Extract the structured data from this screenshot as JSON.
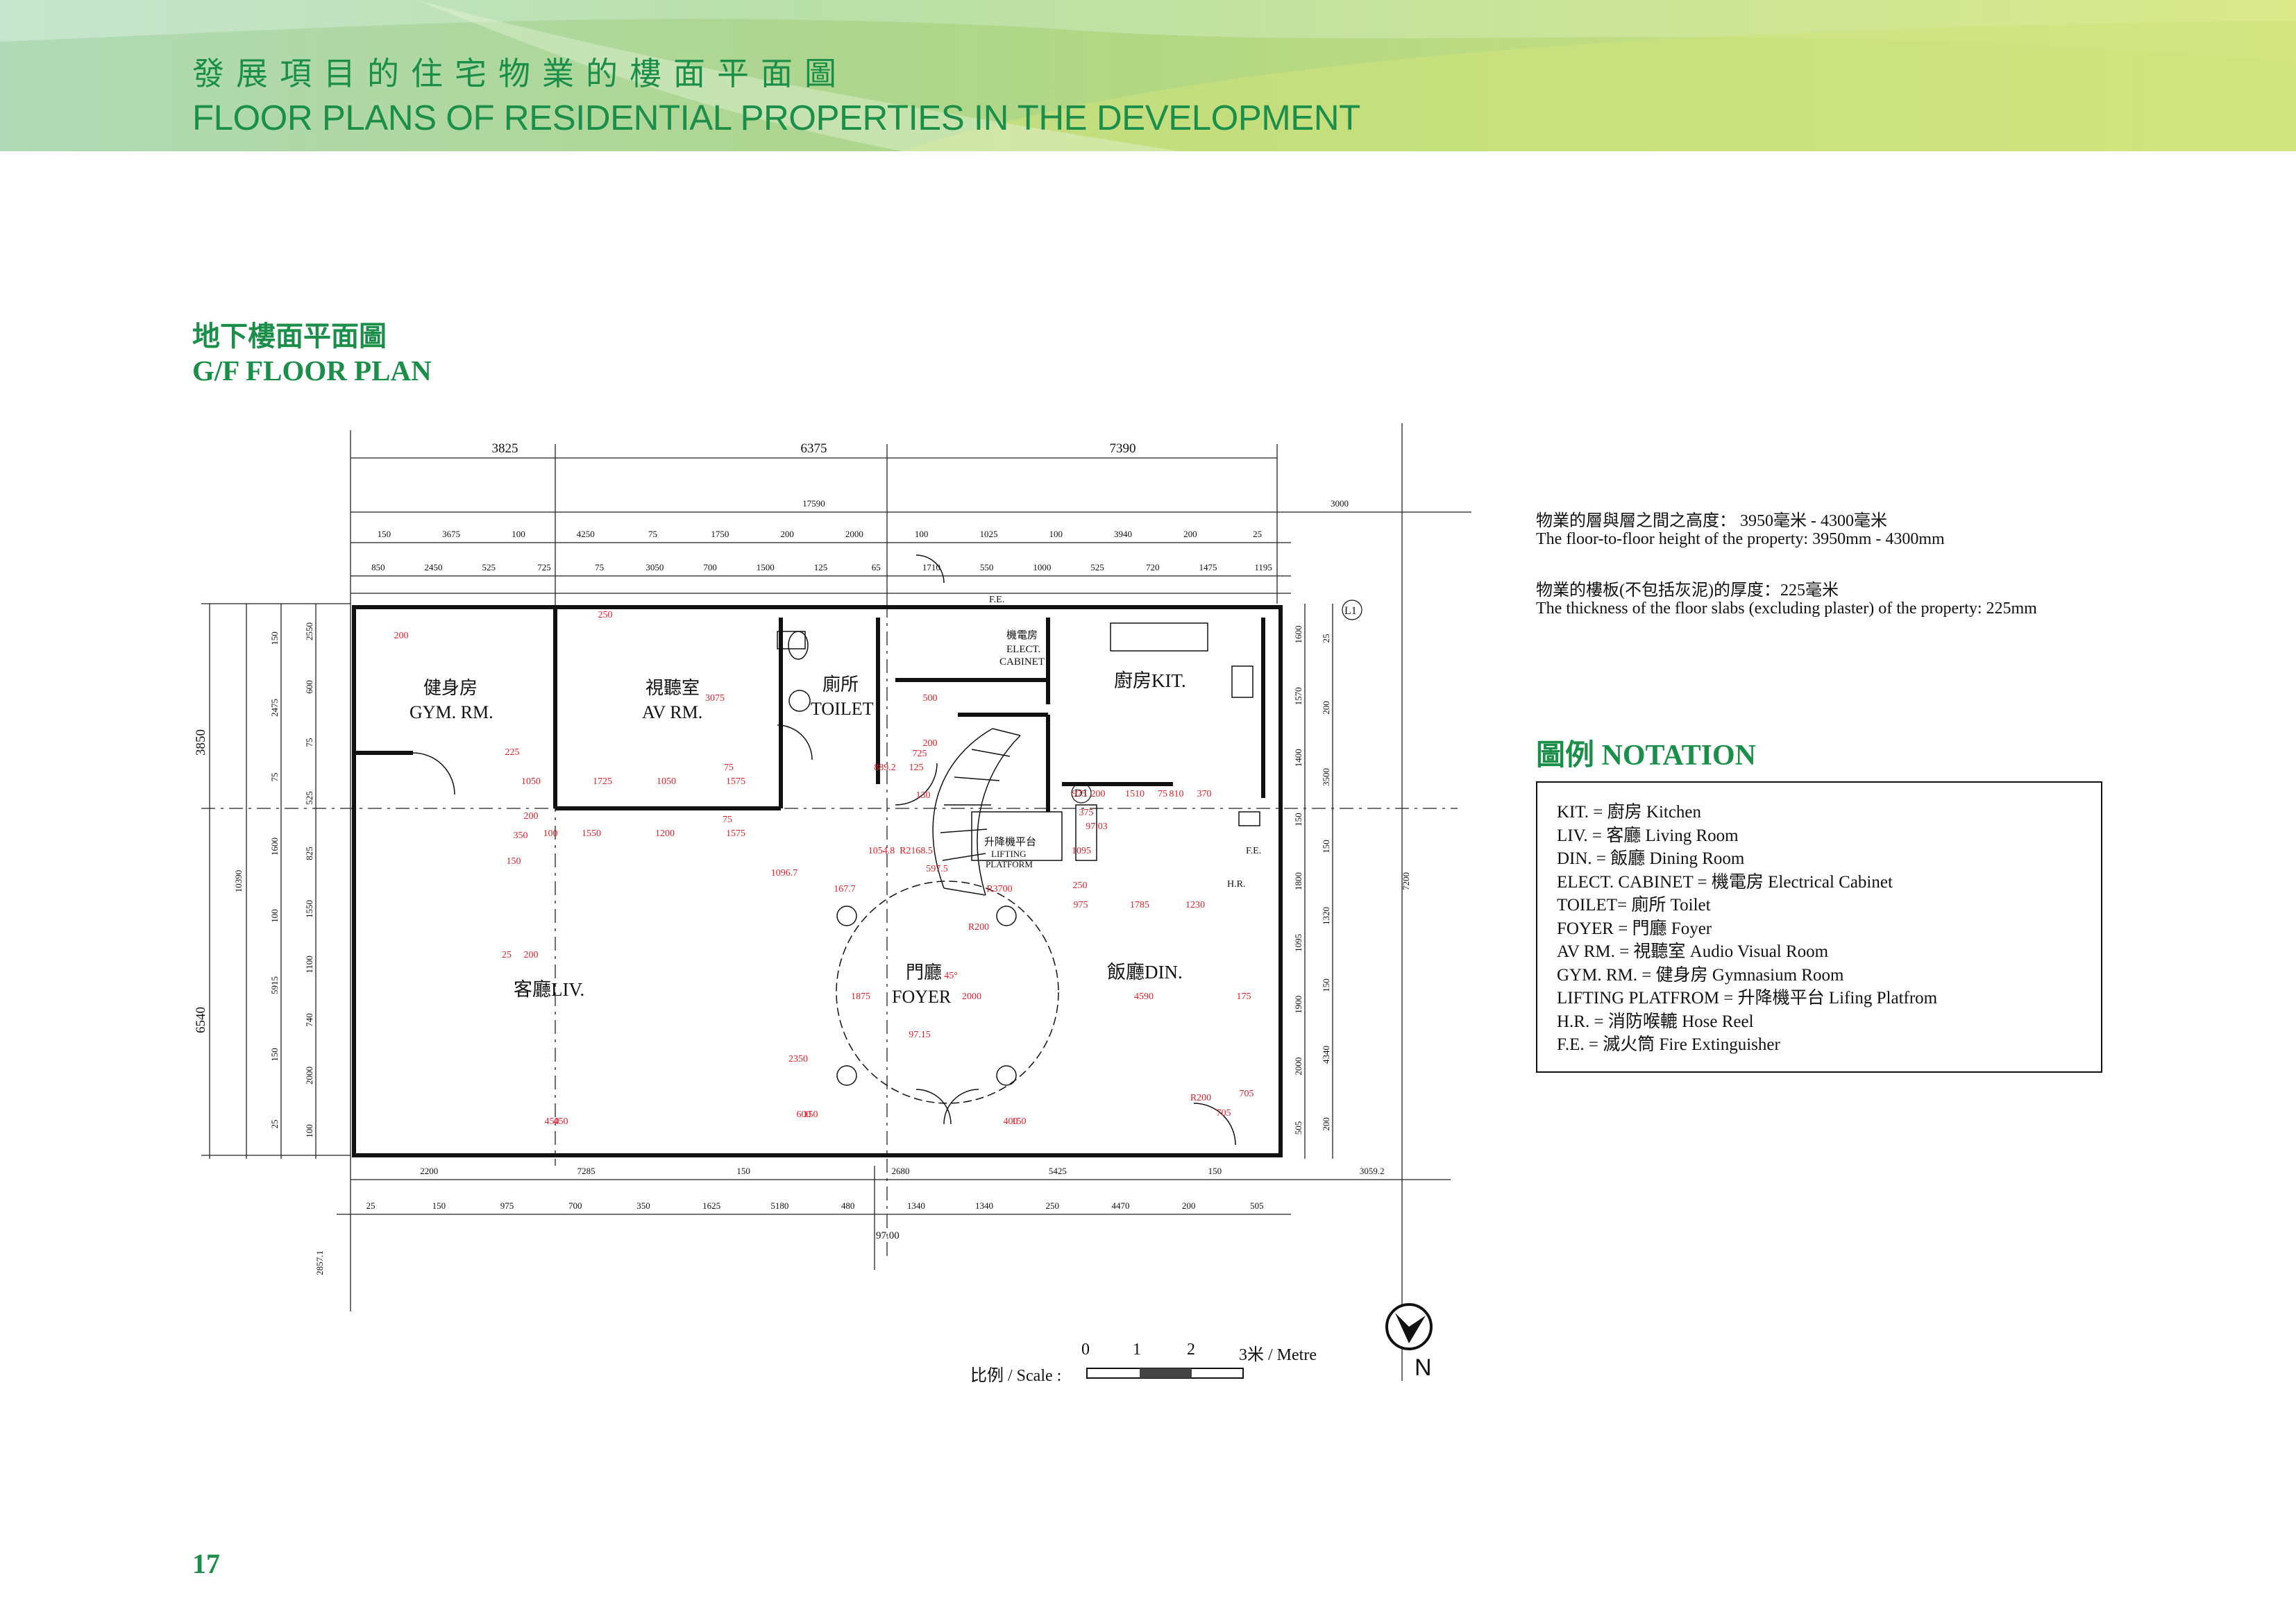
{
  "header": {
    "title_zh": "發展項目的住宅物業的樓面平面圖",
    "title_en": "FLOOR PLANS OF RESIDENTIAL PROPERTIES IN THE DEVELOPMENT"
  },
  "plan_title": {
    "zh": "地下樓面平面圖",
    "en": "G/F FLOOR PLAN"
  },
  "specs": {
    "height_zh": "物業的層與層之間之高度： 3950毫米 - 4300毫米",
    "height_en": "The floor-to-floor height of the property: 3950mm - 4300mm",
    "slab_zh": "物業的樓板(不包括灰泥)的厚度：225毫米",
    "slab_en": "The thickness of the floor slabs (excluding plaster) of the property: 225mm"
  },
  "notation": {
    "title": "圖例 NOTATION",
    "items": [
      "KIT. = 廚房  Kitchen",
      "LIV. = 客廳  Living Room",
      "DIN. = 飯廳  Dining Room",
      "ELECT. CABINET = 機電房  Electrical Cabinet",
      "TOILET= 廁所  Toilet",
      "FOYER = 門廳  Foyer",
      "AV RM. = 視聽室  Audio Visual Room",
      "GYM. RM. = 健身房  Gymnasium Room",
      "LIFTING PLATFROM = 升降機平台  Lifing Platfrom",
      "H.R. = 消防喉轆  Hose Reel",
      "F.E. = 滅火筒  Fire Extinguisher"
    ]
  },
  "rooms": {
    "gym_zh": "健身房",
    "gym_en": "GYM. RM.",
    "av_zh": "視聽室",
    "av_en": "AV RM.",
    "toilet_zh": "廁所",
    "toilet_en": "TOILET",
    "elect_zh": "機電房",
    "elect_en1": "ELECT.",
    "elect_en2": "CABINET",
    "kit": "廚房KIT.",
    "liv": "客廳LIV.",
    "foyer_zh": "門廳",
    "foyer_en": "FOYER",
    "din": "飯廳DIN.",
    "lift_zh": "升降機平台",
    "lift_en1": "LIFTING",
    "lift_en2": "PLATFORM",
    "hr": "H.R.",
    "fe": "F.E.",
    "fe2": "F.E.",
    "d1": "D1",
    "l1": "L1"
  },
  "dims_top": {
    "row1": [
      "3825",
      "6375",
      "7390"
    ],
    "row2": [
      "17590",
      "3000"
    ],
    "row3": [
      "150",
      "3675",
      "100",
      "4250",
      "75",
      "1750",
      "200",
      "2000",
      "100",
      "1025",
      "100",
      "3940",
      "200",
      "25"
    ],
    "row4": [
      "850",
      "2450",
      "525",
      "725",
      "75",
      "3050",
      "700",
      "1500",
      "125",
      "65",
      "1710",
      "550",
      "1000",
      "525",
      "720",
      "1475",
      "1195"
    ]
  },
  "dims_bottom": {
    "row1": [
      "2200",
      "7285",
      "150",
      "2680",
      "5425",
      "150",
      "3059.2"
    ],
    "row2": [
      "25",
      "150",
      "975",
      "700",
      "350",
      "1625",
      "5180",
      "480",
      "1340",
      "1340",
      "250",
      "4470",
      "200",
      "505"
    ],
    "level": "97.00",
    "side": "2857.1"
  },
  "dims_left": {
    "outer": [
      "3850",
      "6540"
    ],
    "total": "10390",
    "inner1": [
      "150",
      "2475",
      "75",
      "1600",
      "100",
      "5915",
      "150",
      "25"
    ],
    "inner2": [
      "2550",
      "600",
      "75",
      "525",
      "825",
      "1550",
      "1100",
      "740",
      "2000",
      "100"
    ]
  },
  "dims_right": {
    "inner1": [
      "1600",
      "1570",
      "1400",
      "150",
      "1800",
      "1095",
      "1900",
      "2000",
      "505"
    ],
    "inner2": [
      "25",
      "200",
      "3500",
      "150",
      "1320",
      "150",
      "4340",
      "200"
    ],
    "outer": "7200"
  },
  "dims_red": [
    "200",
    "250",
    "225",
    "3075",
    "1050",
    "1725",
    "1050",
    "1575",
    "75",
    "350",
    "200",
    "100",
    "1550",
    "1200",
    "1575",
    "75",
    "150",
    "25",
    "200",
    "167.7",
    "1054.8",
    "R2168.5",
    "597.5",
    "R200",
    "R3700",
    "1096.7",
    "45°",
    "1875",
    "2000",
    "97.15",
    "2350",
    "600",
    "150",
    "450",
    "450",
    "400",
    "150",
    "975",
    "200",
    "1510",
    "75",
    "810",
    "370",
    "375",
    "1095",
    "250",
    "97.03",
    "975",
    "1785",
    "1230",
    "4590",
    "175",
    "R200",
    "705",
    "705",
    "500",
    "200",
    "125",
    "889.2",
    "130",
    "725"
  ],
  "scale": {
    "label": "比例  / Scale :",
    "ticks": [
      "0",
      "1",
      "2",
      "3米  / Metre"
    ]
  },
  "north": "N",
  "page_number": "17",
  "colors": {
    "brand_green": "#1b8f4a",
    "dim_red": "#e0202a",
    "banner_left": "#a9d8b4",
    "banner_right": "#d8e77f"
  }
}
